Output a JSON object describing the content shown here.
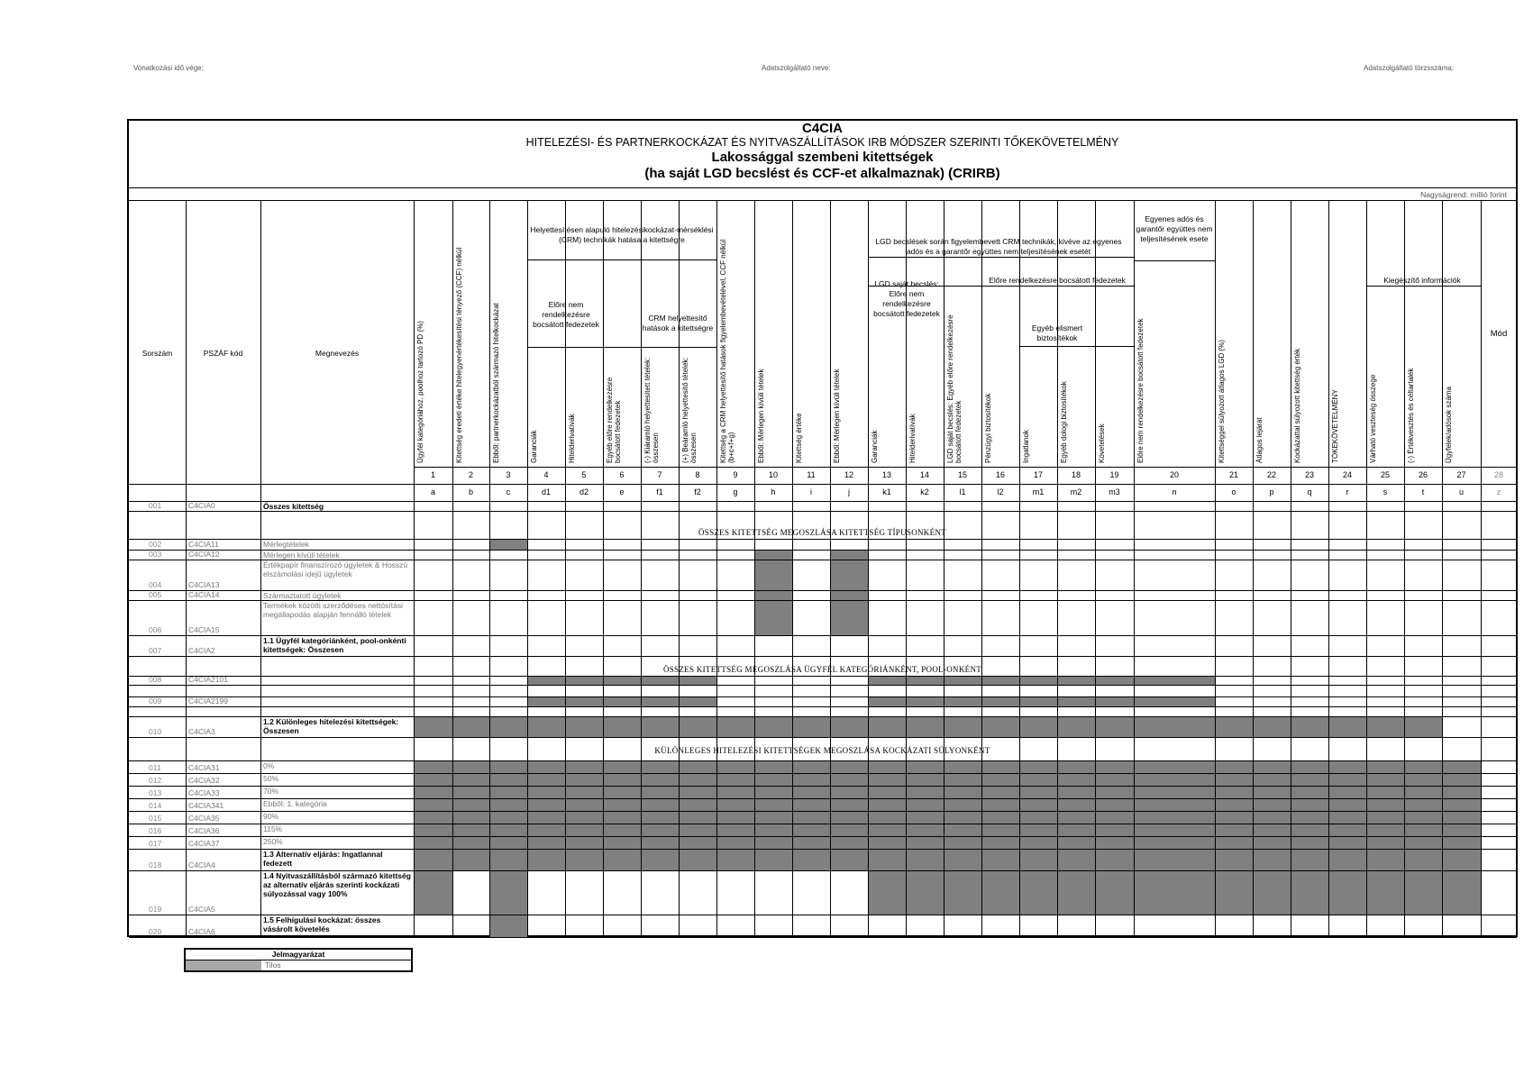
{
  "page_header": {
    "left": "Vonatkozási idő vége:",
    "center": "Adatszolgáltató neve:",
    "right": "Adatszolgáltató törzsszáma:"
  },
  "title": {
    "code": "C4CIA",
    "line1": "HITELEZÉSI- ÉS PARTNERKOCKÁZAT ÉS NYITVASZÁLLÍTÁSOK IRB MÓDSZER SZERINTI TŐKEKÖVETELMÉNY",
    "line2": "Lakossággal szembeni kitettségek",
    "line3": "(ha saját LGD becslést és CCF-et alkalmaznak) (CRIRB)"
  },
  "unit_note": "Nagyságrend: millió forint",
  "row_headers": {
    "sorszam": "Sorszám",
    "pszaf": "PSZÁF kód",
    "megnevezes": "Megnevezés",
    "mod": "Mód"
  },
  "groups": {
    "crm_subst": "Helyettesítésen alapuló hitelezésikockázat-mérséklési (CRM) technikák hatása a kitettségre",
    "elore_nem": "Előre nem rendelkezésre bocsátott fedezetek",
    "crm_helyettesito": "CRM helyettesítő hatások a kitettségre",
    "lgd_becsles": "LGD becslések során figyelembevett CRM technikák, kivéve az egyenes adós és a garantőr együttes nem teljesítésének esetét",
    "lgd_sajat": "LGD saját becslés: Előre nem rendelkezésre bocsátott fedezetek",
    "elore_rend": "Előre rendelkezésre bocsátott fedezetek",
    "egyeb_elismert": "Egyéb elismert biztosítékok",
    "egyenes_ados": "Egyenes adós és garantőr együttes nem teljesítésének esete",
    "kiegeszito": "Kiegészítő információk"
  },
  "columns": [
    {
      "label": "Ügyfél kategóriához, poolhoz tartozó PD (%)",
      "num": "1",
      "letter": "a"
    },
    {
      "label": "Kitettség eredeti értéke hitelegyenértékesítési tényező (CCF) nélkül",
      "num": "2",
      "letter": "b"
    },
    {
      "label": "Ebből: partnerkockázatból származó hitelkockázat",
      "num": "3",
      "letter": "c"
    },
    {
      "label": "Garanciák",
      "num": "4",
      "letter": "d1"
    },
    {
      "label": "Hitelderivatívák",
      "num": "5",
      "letter": "d2"
    },
    {
      "label": "Egyéb előre rendelkezésre bocsátott fedezetek",
      "num": "6",
      "letter": "e"
    },
    {
      "label": "(-) Kiáramló helyettesített tételek: összesen",
      "num": "7",
      "letter": "f1"
    },
    {
      "label": "(+) Beáramló helyettesítő tételek: összesen",
      "num": "8",
      "letter": "f2"
    },
    {
      "label": "Kitettség a CRM helyettesítő hatások figyelembevételével, CCF nélkül (b+c+f+g)",
      "num": "9",
      "letter": "g"
    },
    {
      "label": "Ebből: Mérlegen kívüli tételek",
      "num": "10",
      "letter": "h"
    },
    {
      "label": "Kitettség értéke",
      "num": "11",
      "letter": "i"
    },
    {
      "label": "Ebből: Mérlegen kívüli tételek",
      "num": "12",
      "letter": "j"
    },
    {
      "label": "Garanciák",
      "num": "13",
      "letter": "k1"
    },
    {
      "label": "Hitelderivatívák",
      "num": "14",
      "letter": "k2"
    },
    {
      "label": "LGD saját becslés: Egyéb előre rendelkezésre bocsátott fedezetek",
      "num": "15",
      "letter": "l1"
    },
    {
      "label": "Pénzügyi biztosítékok",
      "num": "16",
      "letter": "l2"
    },
    {
      "label": "Ingatlanok",
      "num": "17",
      "letter": "m1"
    },
    {
      "label": "Egyéb dologi biztosítékok",
      "num": "18",
      "letter": "m2"
    },
    {
      "label": "Követelések",
      "num": "19",
      "letter": "m3"
    },
    {
      "label": "Előre nem rendelkezésre bocsátott fedezetek",
      "num": "20",
      "letter": "n"
    },
    {
      "label": "Kitettséggel súlyozott átlagos LGD (%)",
      "num": "21",
      "letter": "o"
    },
    {
      "label": "Átlagos lejárat",
      "num": "22",
      "letter": "p"
    },
    {
      "label": "Kockázattal súlyozott kitettség érték",
      "num": "23",
      "letter": "q"
    },
    {
      "label": "TŐKEKÖVETELMÉNY",
      "num": "24",
      "letter": "r"
    },
    {
      "label": "Várható veszteség összege",
      "num": "25",
      "letter": "s"
    },
    {
      "label": "(-) Értékvesztés és céltartalék",
      "num": "26",
      "letter": "t"
    },
    {
      "label": "Ügyfelek/adósok száma",
      "num": "27",
      "letter": "u"
    },
    {
      "label": "",
      "num": "28",
      "letter": "z"
    }
  ],
  "sections": {
    "s1": "ÖSSZES KITETTSÉG MEGOSZLÁSA KITETTSÉG TÍPUSONKÉNT",
    "s2": "ÖSSZES KITETTSÉG MEGOSZLÁSA ÜGYFÉL KATEGÓRIÁNKÉNT, POOL-ONKÉNT",
    "s3": "KÜLÖNLEGES HITELEZÉSI KITETTSÉGEK MEGOSZLÁSA KOCKÁZATI SÚLYONKÉNT"
  },
  "rows": [
    {
      "sorszam": "001",
      "kod": "C4CIA0",
      "nev": "Összes kitettség"
    },
    {
      "sorszam": "002",
      "kod": "C4CIA11",
      "nev": "Mérlegtételek"
    },
    {
      "sorszam": "003",
      "kod": "C4CIA12",
      "nev": "Mérlegen kívüli tételek"
    },
    {
      "sorszam": "004",
      "kod": "C4CIA13",
      "nev": "Értékpapír finanszírozó ügyletek & Hosszú elszámolási idejű ügyletek"
    },
    {
      "sorszam": "005",
      "kod": "C4CIA14",
      "nev": "Származtatott ügyletek"
    },
    {
      "sorszam": "006",
      "kod": "C4CIA15",
      "nev": "Termékek közötti szerződéses nettósítási megállapodás alapján fennálló tételek"
    },
    {
      "sorszam": "007",
      "kod": "C4CIA2",
      "nev": "1.1 Ügyfél kategóriánként, pool-onkénti kitettségek: Összesen"
    },
    {
      "sorszam": "008",
      "kod": "C4CIA2101",
      "nev": ""
    },
    {
      "sorszam": "009",
      "kod": "C4CIA2199",
      "nev": ""
    },
    {
      "sorszam": "010",
      "kod": "C4CIA3",
      "nev": "1.2 Különleges hitelezési kitettségek: Összesen"
    },
    {
      "sorszam": "011",
      "kod": "C4CIA31",
      "nev": "0%"
    },
    {
      "sorszam": "012",
      "kod": "C4CIA32",
      "nev": "50%"
    },
    {
      "sorszam": "013",
      "kod": "C4CIA33",
      "nev": "70%"
    },
    {
      "sorszam": "014",
      "kod": "C4CIA341",
      "nev": "Ebből: 1. kategória"
    },
    {
      "sorszam": "015",
      "kod": "C4CIA35",
      "nev": "90%"
    },
    {
      "sorszam": "016",
      "kod": "C4CIA36",
      "nev": "115%"
    },
    {
      "sorszam": "017",
      "kod": "C4CIA37",
      "nev": "250%"
    },
    {
      "sorszam": "018",
      "kod": "C4CIA4",
      "nev": "1.3 Alternatív eljárás: Ingatlannal fedezett"
    },
    {
      "sorszam": "019",
      "kod": "C4CIA5",
      "nev": "1.4 Nyitvaszállításból származó kitettség az alternatív eljárás szerinti kockázati súlyozással vagy 100%"
    },
    {
      "sorszam": "020",
      "kod": "C4CIA6",
      "nev": "1.5 Felhígulási kockázat: összes vásárolt követelés"
    }
  ],
  "legend": {
    "title": "Jelmagyarázat",
    "item": "Tilos"
  }
}
